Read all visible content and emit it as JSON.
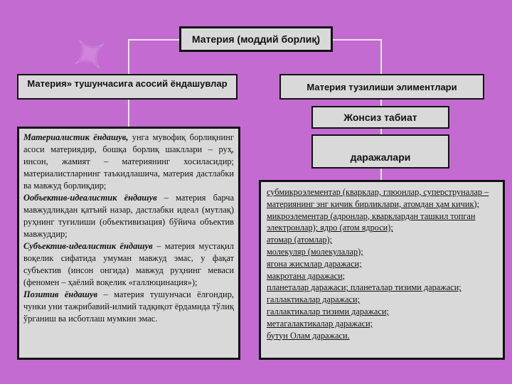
{
  "root": "Материя (моддий борлиқ)",
  "left_title": "Материя» тушунчасига асосий ёндашувлар",
  "right_title": "Материя тузилиши элиментлари",
  "box_a": "Жонсиз табиат",
  "box_b": "даражалари",
  "left_paragraphs": [
    {
      "term": "Материалистик ёндашув,",
      "text": " унга мувофиқ борлиқнинг асоси материядир, бошқа борлиқ шакллари – руҳ, инсон, жамият – материянинг хосиласидир; материалистларнинг таъкидлашича, материя дастлабки ва мавжуд борлиқдир;"
    },
    {
      "term": "Ообъектив-идеалистик ёндашув",
      "text": " – материя барча мавжудликдан қатъий назар, дастлабки идеал (мутлақ) руҳнинг туғилиши (объективизация) бўйича объектив мавжуддир;"
    },
    {
      "term": "Субъектив-идеалистик ёндашув",
      "text": " – материя мустақил воқелик сифатида умуман мавжуд эмас, у фақат субъектив (инсон онгида) мавжуд руҳнинг меваси (феномен – ҳаёлий воқелик «галлюцинация»);"
    },
    {
      "term": "Позитив ёндашув",
      "text": " – материя тушунчаси ёлғондир, чунки уни тажрибавий-илмий тадқиқот ёрдамида тўлиқ ўрганиш ва исботлаш мумкин эмас."
    }
  ],
  "right_items": [
    "субмикроэлементар (кварклар, глюонлар, суперструналар – материянинг энг кичик бирликлари, атомдан ҳам кичик);",
    "микроэлементар (адронлар, кварклардан ташкил топган электронлар); ядро (атом ядроси);",
    "атомар (атомлар);",
    "молекуляр (молекулалар);",
    "ягона жисмлар даражаси;",
    "макротана даражаси;",
    "планеталар даражаси; планеталар тизими даражаси;",
    "галлактикалар даражаси;",
    "галлактикалар тизими даражаси;",
    "метагалактикалар даражаси;",
    "бутун Олам даражаси."
  ],
  "colors": {
    "background": "#c46bd2",
    "box": "#d9d9d9",
    "connector": "#e6e6e6"
  }
}
